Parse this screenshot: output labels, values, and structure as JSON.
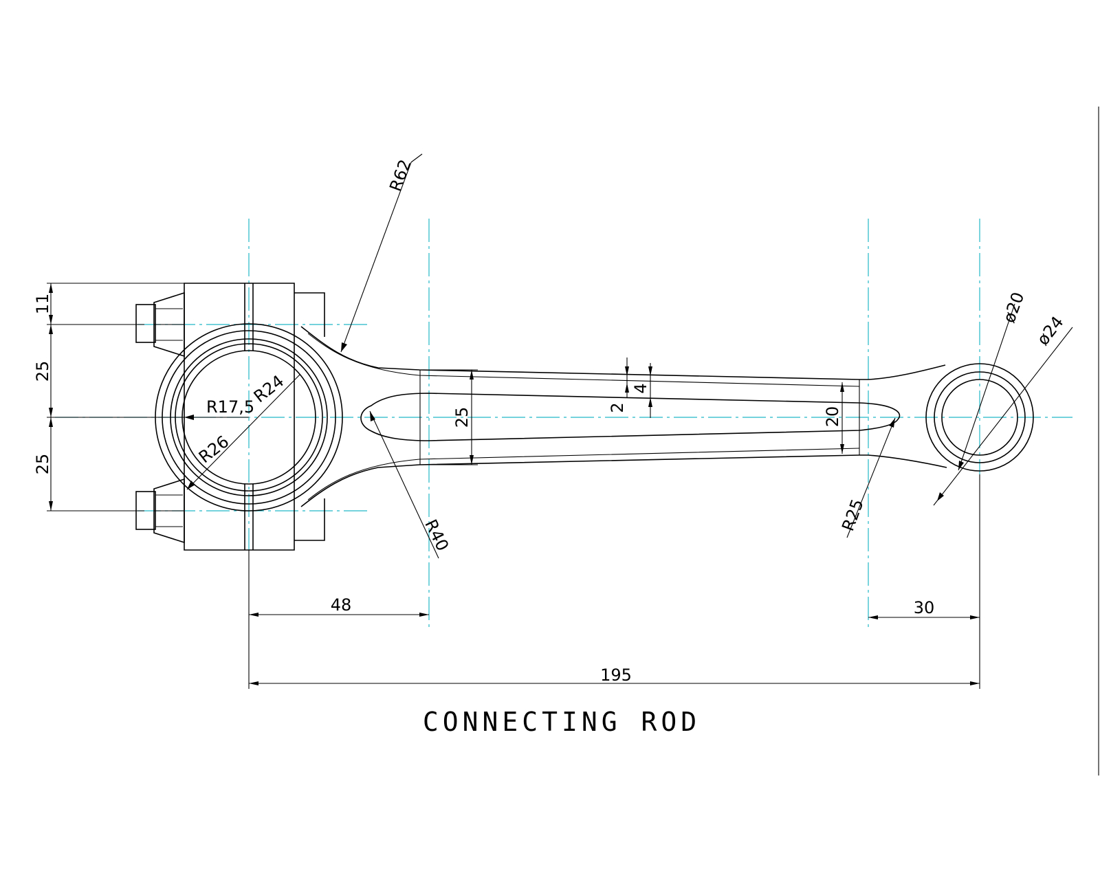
{
  "title": "CONNECTING ROD",
  "dimensions": {
    "r62": "R62",
    "r40": "R40",
    "r25": "R25",
    "r24": "R24",
    "r26": "R26",
    "r17_5": "R17,5",
    "d20": "ø20",
    "d24": "ø24",
    "v11": "11",
    "v25_upper": "25",
    "v25_lower": "25",
    "shank_25": "25",
    "web_2": "2",
    "web_4": "4",
    "small_20": "20",
    "h48": "48",
    "h30": "30",
    "h195": "195"
  },
  "colors": {
    "lines": "#000000",
    "centerlines": "#22b8c8",
    "background": "#ffffff"
  }
}
